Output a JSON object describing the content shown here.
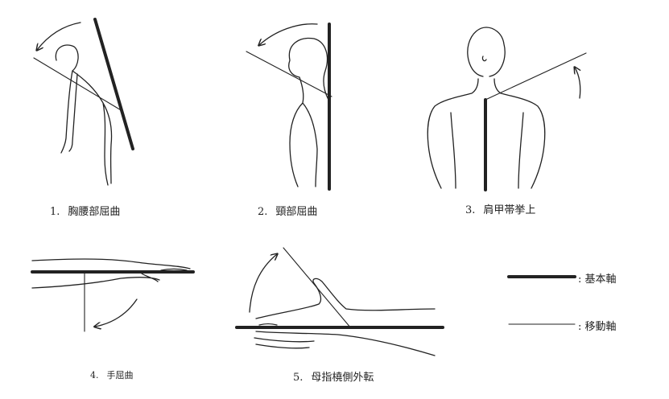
{
  "figures": [
    {
      "number": "1.",
      "label": "胸腰部屈曲"
    },
    {
      "number": "2.",
      "label": "頸部屈曲"
    },
    {
      "number": "3.",
      "label": "肩甲帯挙上"
    },
    {
      "number": "4.",
      "label": "手屈曲"
    },
    {
      "number": "5.",
      "label": "母指橈側外転"
    }
  ],
  "legend": {
    "base_axis": ": 基本軸",
    "moving_axis": ": 移動軸"
  }
}
